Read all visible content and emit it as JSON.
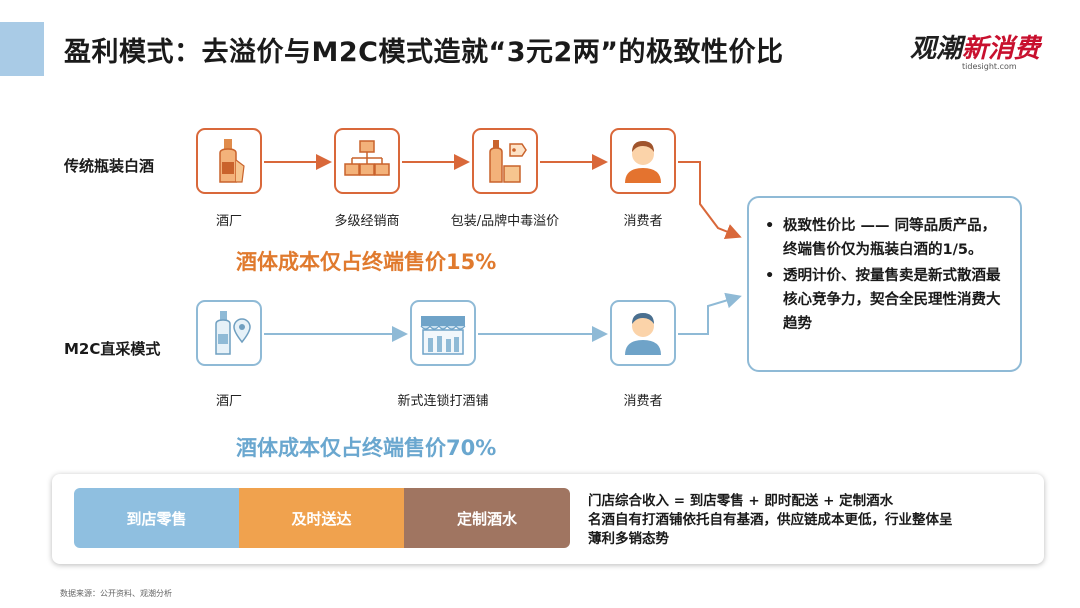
{
  "title": "盈利模式：去溢价与M2C模式造就“3元2两”的极致性价比",
  "logo": {
    "main": "观潮",
    "highlight": "新消费",
    "sub": "tidesight.com"
  },
  "traditional": {
    "label": "传统瓶装白酒",
    "steps": [
      "酒厂",
      "多级经销商",
      "包装/品牌中毒溢价",
      "消费者"
    ],
    "cost_text": "酒体成本仅占终端售价15%"
  },
  "m2c": {
    "label": "M2C直采模式",
    "steps": [
      "酒厂",
      "新式连锁打酒铺",
      "消费者"
    ],
    "cost_text": "酒体成本仅占终端售价70%"
  },
  "result": {
    "bullets": [
      "极致性价比 —— 同等品质产品，终端售价仅为瓶装白酒的1/5。",
      "透明计价、按量售卖是新式散酒最核心竞争力，契合全民理性消费大趋势"
    ]
  },
  "revenue": {
    "segments": [
      {
        "label": "到店零售",
        "color": "#8fbfe0"
      },
      {
        "label": "及时送达",
        "color": "#f0a24e"
      },
      {
        "label": "定制酒水",
        "color": "#a07561"
      }
    ],
    "lines": [
      "门店综合收入 = 到店零售 + 即时配送 + 定制酒水",
      "名酒自有打酒铺依托自有基酒，供应链成本更低，行业整体呈",
      "薄利多销态势"
    ]
  },
  "colors": {
    "orange": "#d9683a",
    "blue": "#8fbad6",
    "accent_corner": "#a9cbe6"
  },
  "source": "数据来源：公开资料、观潮分析"
}
